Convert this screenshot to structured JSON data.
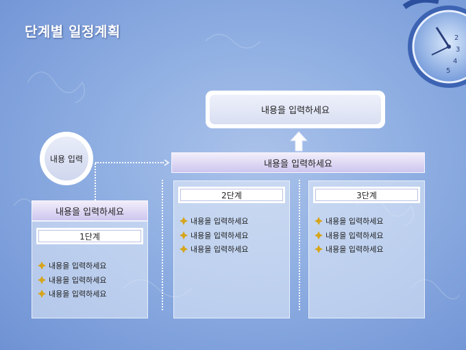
{
  "title": "단계별 일정계획",
  "top_box": "내용을 입력하세요",
  "circle_label": "내용 입력",
  "wide_band": "내용을 입력하세요",
  "left_band": "내용을 입력하세요",
  "stages": [
    {
      "label": "1단계",
      "items": [
        "내용을 입력하세요",
        "내용을 입력하세요",
        "내용을 입력하세요"
      ]
    },
    {
      "label": "2단계",
      "items": [
        "내용을 입력하세요",
        "내용을 입력하세요",
        "내용을 입력하세요"
      ]
    },
    {
      "label": "3단계",
      "items": [
        "내용을 입력하세요",
        "내용을 입력하세요",
        "내용을 입력하세요"
      ]
    }
  ],
  "icons": {
    "bullet": "diamond-bullet-icon",
    "arrow": "up-arrow-icon",
    "clock": "clock-icon"
  },
  "colors": {
    "bullet": "#d6a51c",
    "band": "#cdc6ef",
    "background": "#8eaee2"
  }
}
